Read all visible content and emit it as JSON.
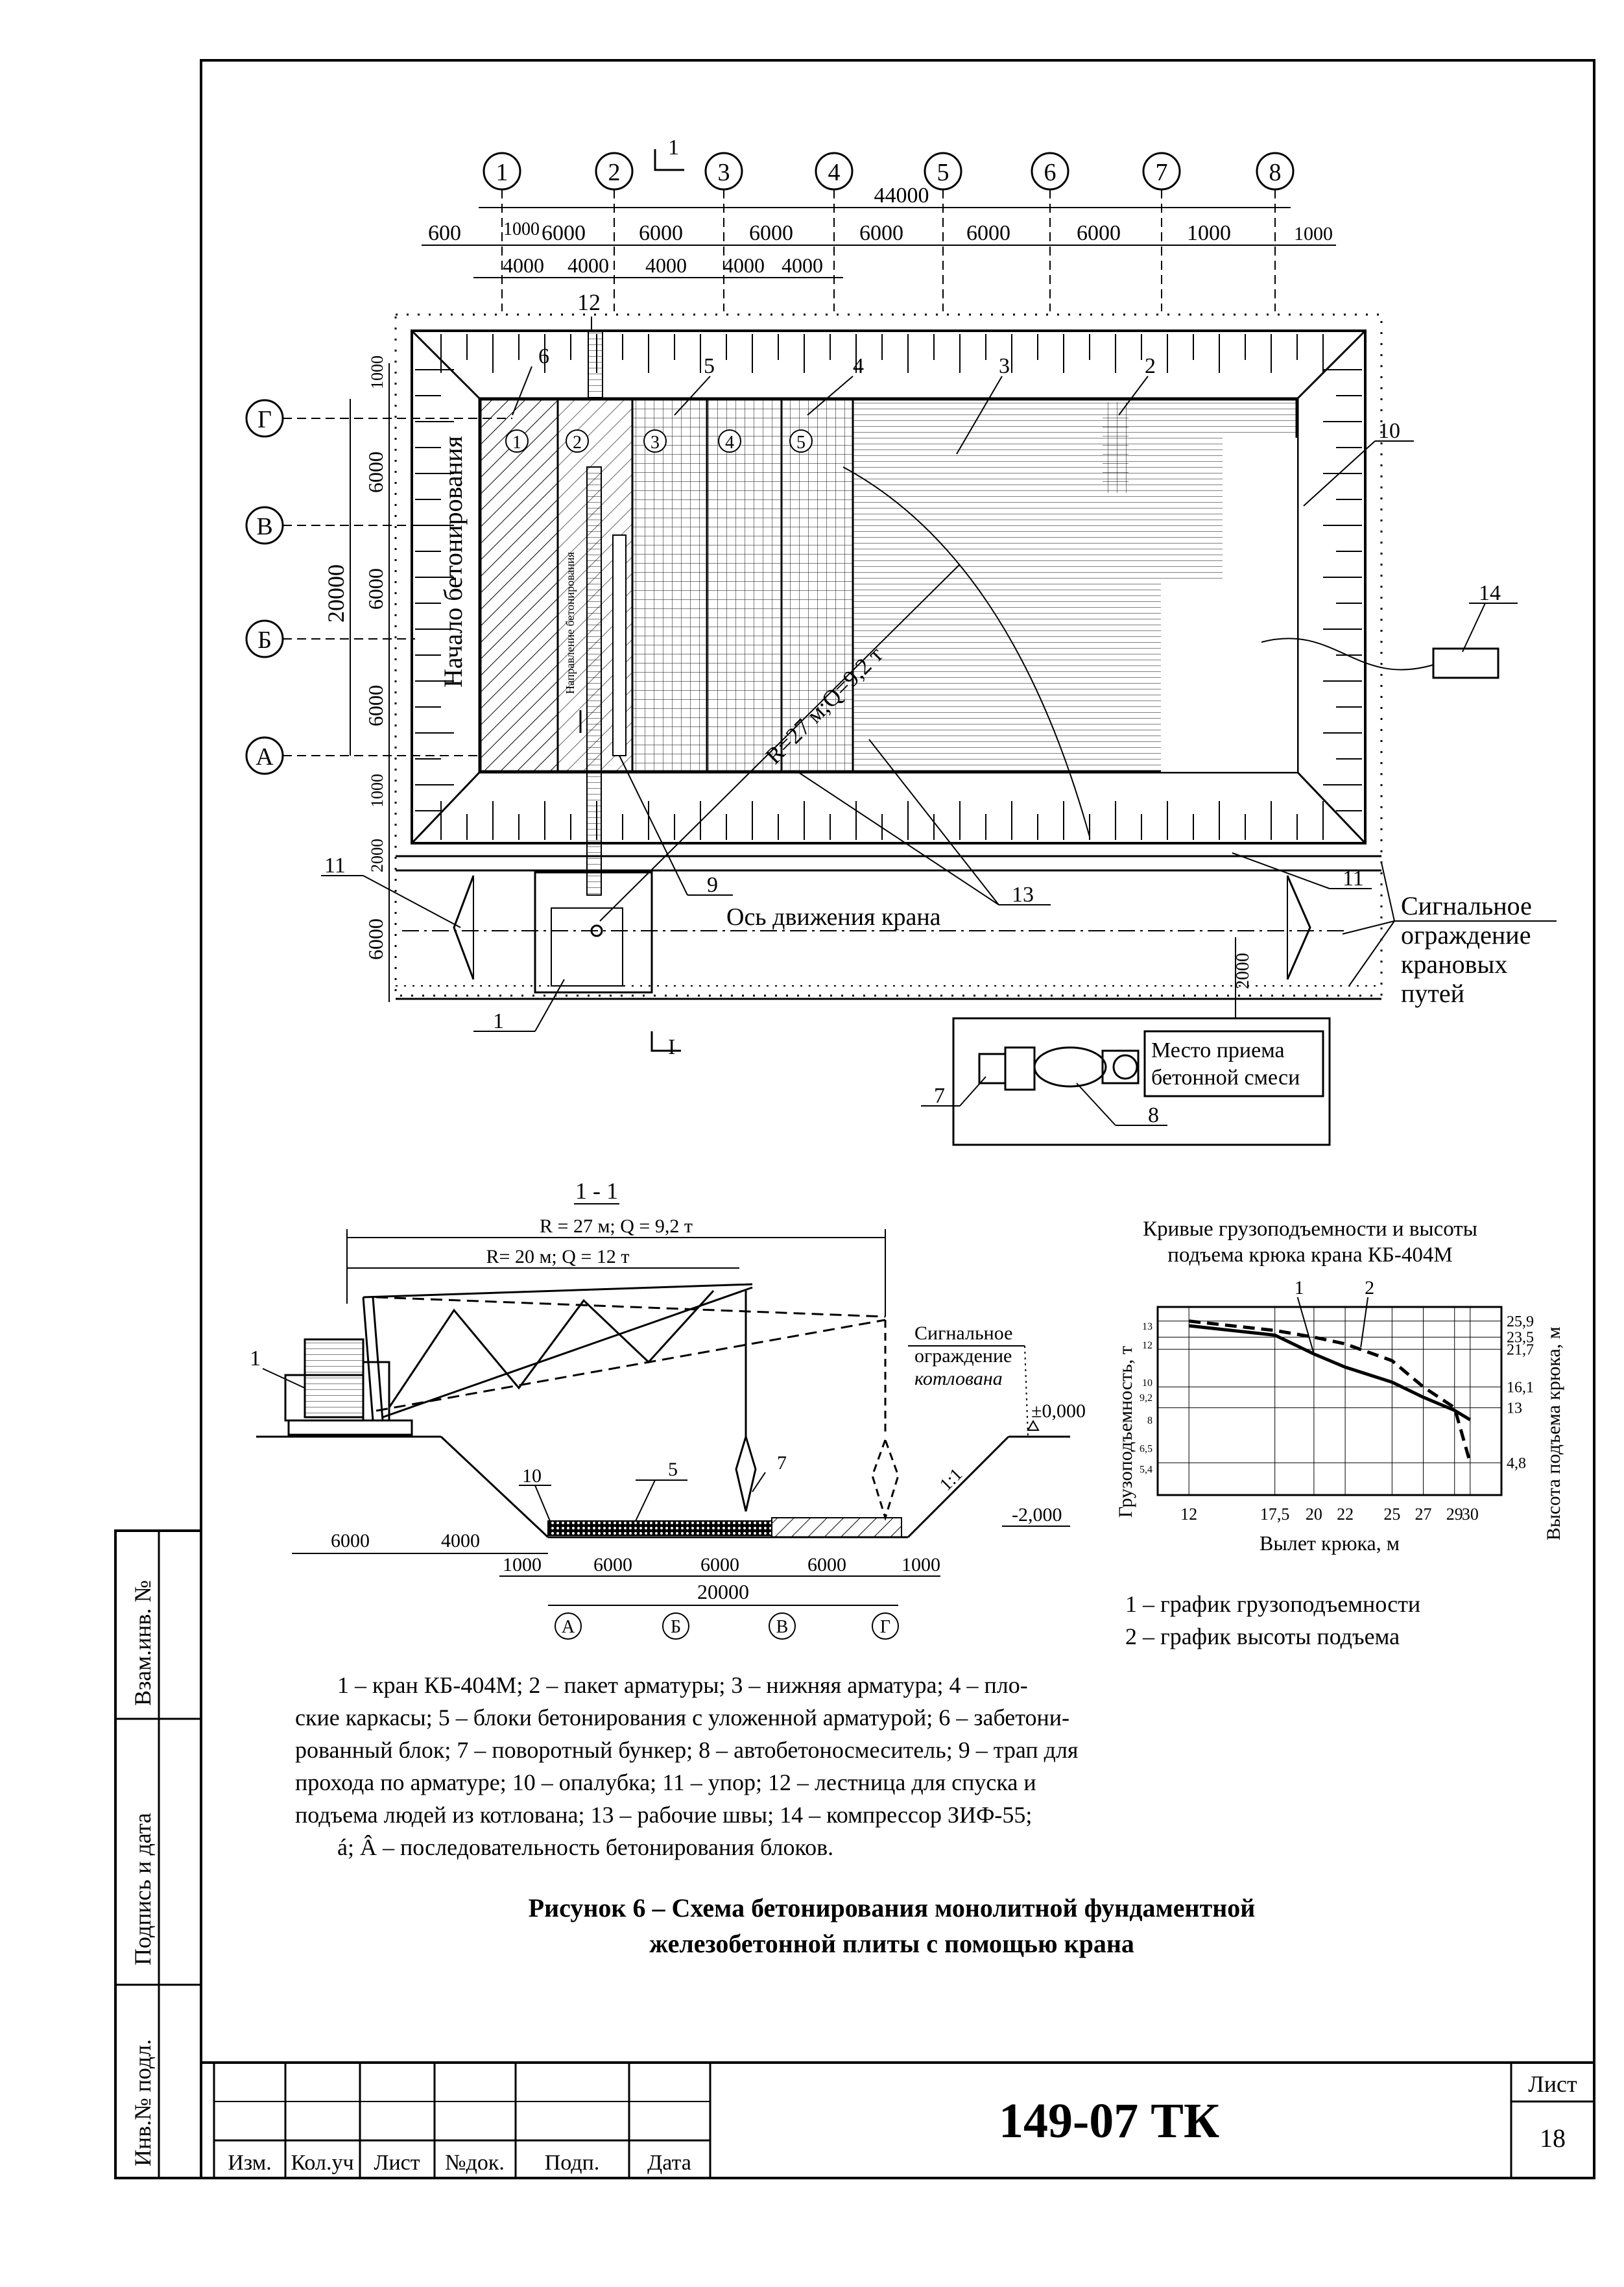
{
  "plan": {
    "axes_numbers": [
      "1",
      "2",
      "3",
      "4",
      "5",
      "6",
      "7",
      "8"
    ],
    "axes_letters": [
      "Г",
      "В",
      "Б",
      "А"
    ],
    "total_length": "44000",
    "top_dims": [
      "600",
      "1000",
      "6000",
      "6000",
      "6000",
      "6000",
      "6000",
      "6000",
      "1000"
    ],
    "sub_dims": [
      "4000",
      "4000",
      "4000",
      "4000",
      "4000"
    ],
    "left_dims": [
      "1000",
      "6000",
      "6000",
      "6000",
      "1000",
      "2000",
      "6000"
    ],
    "left_total": "20000",
    "section_mark": "1",
    "section_mark_bottom": "I",
    "start_label": "Начало бетонирования",
    "direction_label": "Направление бетонирования",
    "crane_radius_label": "R=27 м;Q=9,2 т",
    "crane_axis_label": "Ось движения крана",
    "block_numbers": [
      "1",
      "2",
      "3",
      "4",
      "5"
    ],
    "callouts": [
      "12",
      "6",
      "5",
      "4",
      "3",
      "2",
      "10",
      "14",
      "9",
      "13",
      "11",
      "11",
      "1",
      "7",
      "8"
    ],
    "right_dim": "2000",
    "signal_label": [
      "Сигнальное",
      "ограждение",
      "крановых",
      "путей"
    ],
    "concrete_place": [
      "Место приема",
      "бетонной смеси"
    ]
  },
  "section": {
    "title": "1 - 1",
    "r1": "R = 27 м; Q = 9,2 т",
    "r2": "R= 20 м; Q = 12 т",
    "signal_pit": [
      "Сигнальное",
      "ограждение",
      "котлована"
    ],
    "level_top": "±0,000",
    "level_bottom": "-2,000",
    "slope": "1:1",
    "dims_left": [
      "6000",
      "4000"
    ],
    "dims_bottom": [
      "1000",
      "6000",
      "6000",
      "6000",
      "1000"
    ],
    "dims_total": "20000",
    "axes": [
      "А",
      "Б",
      "В",
      "Г"
    ],
    "callouts": [
      "1",
      "10",
      "5",
      "7"
    ]
  },
  "chart_data": {
    "type": "line",
    "title": "Кривые грузоподъемности и высоты подъема крюка крана КБ-404М",
    "xlabel": "Вылет крюка, м",
    "ylabel": "Грузоподъемность, т",
    "ylabel_right": "Высота подъема крюка, м",
    "x_ticks": [
      "12",
      "17,5",
      "20",
      "22",
      "25",
      "27",
      "29",
      "30"
    ],
    "y_ticks_left": [
      "13",
      "12",
      "10",
      "9,2",
      "8",
      "6,5",
      "5,4"
    ],
    "y_ticks_right": [
      "25,9",
      "23,5",
      "21,7",
      "16,1",
      "13",
      "4,8"
    ],
    "series": [
      {
        "name": "1",
        "x": [
          12,
          17.5,
          20,
          22,
          25,
          27,
          29,
          30
        ],
        "y": [
          13,
          12.5,
          11.5,
          10.8,
          10,
          9.2,
          8.5,
          8
        ]
      },
      {
        "name": "2",
        "x": [
          12,
          17.5,
          20,
          22,
          25,
          27,
          29,
          30
        ],
        "y": [
          25.9,
          24.5,
          23.5,
          22.5,
          20,
          16.1,
          13,
          4.8
        ]
      }
    ],
    "legend": [
      "1 – график грузоподъемности",
      "2 – график высоты подъема"
    ]
  },
  "legend_text": [
    "1 – кран КБ-404М; 2 – пакет арматуры; 3 – нижняя арматура; 4 – пло-",
    "ские каркасы; 5 – блоки бетонирования с уложенной арматурой; 6 – забетони-",
    "рованный блок; 7 – поворотный бункер; 8 – автобетоносмеситель; 9 – трап для",
    "прохода по арматуре; 10 – опалубка; 11 – упор; 12 – лестница для спуска и",
    "подъема людей из котлована; 13 – рабочие швы; 14 – компрессор ЗИФ-55;",
    "á; Â – последовательность бетонирования блоков."
  ],
  "caption": [
    "Рисунок 6 – Схема бетонирования монолитной фундаментной",
    "железобетонной плиты с помощью крана"
  ],
  "stamp": {
    "side": [
      "Взам.инв. №",
      "Подпись и дата",
      "Инв.№ подл."
    ],
    "cols": [
      "Изм.",
      "Кол.уч",
      "Лист",
      "№док.",
      "Подп.",
      "Дата"
    ],
    "code": "149-07 ТК",
    "sheet_label": "Лист",
    "sheet_number": "18"
  }
}
